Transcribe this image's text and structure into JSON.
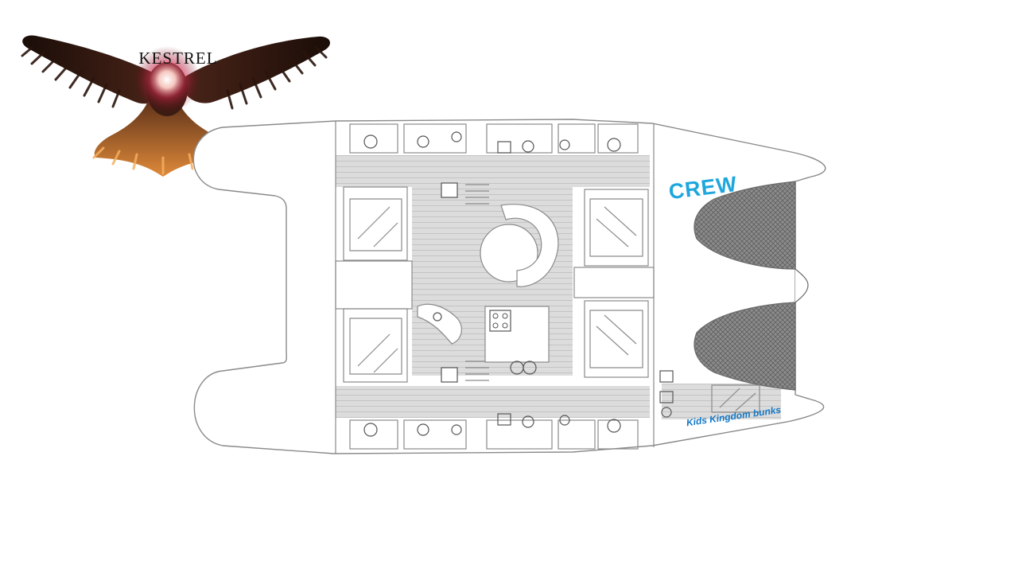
{
  "logo": {
    "text": "KESTREL"
  },
  "labels": {
    "crew": "CREW",
    "kids": "Kids Kingdom bunks"
  },
  "colors": {
    "accent": "#1ea7dd",
    "kids_text": "#1479c8",
    "line": "#8a8a8a",
    "floor": "#d9d9d9"
  }
}
